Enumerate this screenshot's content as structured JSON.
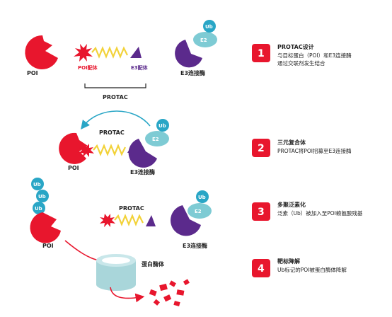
{
  "colors": {
    "poi_red": "#e8162d",
    "e3_purple": "#5b2a8c",
    "e2_teal": "#7ecbd4",
    "ub_blue": "#29a6c6",
    "linker_yellow": "#f2d23a",
    "proteasome": "#a9d6da",
    "arrow_teal": "#29a6c6",
    "arrow_red": "#e8162d"
  },
  "panel1": {
    "poi_label": "POI",
    "poi_ligand_label": "POI配体",
    "e3_ligand_label": "E3配体",
    "protac_label": "PROTAC",
    "e3_label": "E3连接酶",
    "e2_label": "E2",
    "ub_label": "Ub"
  },
  "panel2": {
    "protac_label": "PROTAC",
    "poi_label": "POI",
    "e3_label": "E3连接酶",
    "e2_label": "E2",
    "ub_label": "Ub"
  },
  "panel3": {
    "poi_label": "POI",
    "protac_label": "PROTAC",
    "e3_label": "E3连接酶",
    "e2_label": "E2",
    "ub_labels": [
      "Ub",
      "Ub",
      "Ub"
    ],
    "e2_ub_label": "Ub",
    "proteasome_label": "蛋白酶体"
  },
  "steps": [
    {
      "number": "1",
      "title": "PROTAC设计",
      "desc": [
        "与目标蛋白（POI）和E3连接酶",
        "通过交联剂发生结合"
      ]
    },
    {
      "number": "2",
      "title": "三元复合体",
      "desc": [
        "PROTAC将POI招募至E3连接酶"
      ]
    },
    {
      "number": "3",
      "title": "多聚泛素化",
      "desc": [
        "泛素（Ub）被加入至POI赖氨酸残基"
      ]
    },
    {
      "number": "4",
      "title": "靶标降解",
      "desc": [
        "Ub标记的POI被蛋白酶体降解"
      ]
    }
  ]
}
